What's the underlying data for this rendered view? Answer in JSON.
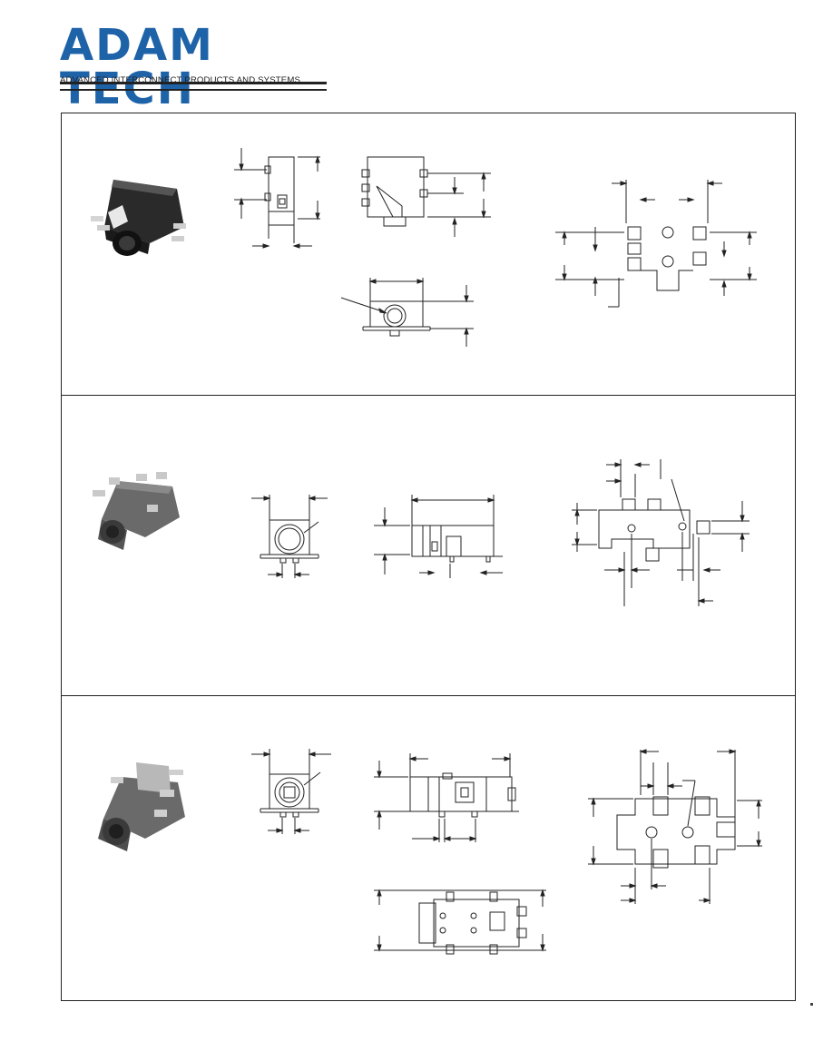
{
  "header": {
    "brand": "ADAM TECH",
    "tagline": "ADVANCED INTERCONNECT PRODUCTS AND SYSTEMS",
    "brand_color": "#1e63a8"
  },
  "sections": [
    {
      "id": 1,
      "photo": "connector-photo",
      "drawings": [
        "side-view",
        "top-view",
        "front-view",
        "pcb-layout"
      ]
    },
    {
      "id": 2,
      "photo": "connector-photo",
      "drawings": [
        "front-view",
        "side-view",
        "pcb-layout"
      ]
    },
    {
      "id": 3,
      "photo": "connector-photo",
      "drawings": [
        "front-view",
        "side-view",
        "top-view",
        "pcb-layout"
      ]
    }
  ]
}
